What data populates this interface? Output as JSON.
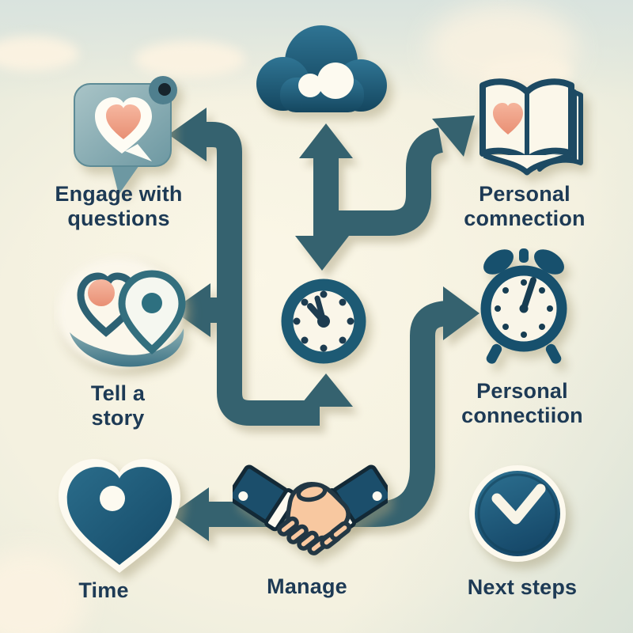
{
  "title": "",
  "palette": {
    "arrow_teal": "#35626f",
    "icon_dark_teal": "#1d5776",
    "bubble_muted_teal": "#6d98a2",
    "coral_heart": "#ec9a80",
    "peach_hand": "#f8c8a0",
    "label_navy": "#1d3a55",
    "background_cream": "#f7f3e2",
    "background_sage": "#dce4d8"
  },
  "nodes": {
    "engage": {
      "label": "Engage with\nquestions",
      "icon": "chat-bubble-heart-icon"
    },
    "cloud": {
      "label": "",
      "icon": "cloud-icon"
    },
    "personal_book": {
      "label": "Personal\ncomnection",
      "icon": "open-book-heart-icon"
    },
    "tell_story": {
      "label": "Tell a\nstory",
      "icon": "location-pins-icon"
    },
    "clock": {
      "label": "",
      "icon": "clock-icon"
    },
    "personal_alarm": {
      "label": "Personal\nconnectiion",
      "icon": "alarm-clock-icon"
    },
    "time": {
      "label": "Time",
      "icon": "heart-icon"
    },
    "manage": {
      "label": "Manage",
      "icon": "handshake-icon"
    },
    "next_steps": {
      "label": "Next steps",
      "icon": "checkmark-circle-icon"
    }
  },
  "arrows": [
    {
      "from": "hub",
      "to": "engage"
    },
    {
      "from": "hub",
      "to": "tell_story"
    },
    {
      "from": "hub",
      "to": "clock-bottom"
    },
    {
      "from": "hub",
      "to": "cloud"
    },
    {
      "from": "hub",
      "to": "clock-top"
    },
    {
      "from": "hub",
      "to": "personal_book"
    },
    {
      "from": "hub",
      "to": "personal_alarm"
    },
    {
      "from": "hub",
      "to": "time"
    }
  ]
}
